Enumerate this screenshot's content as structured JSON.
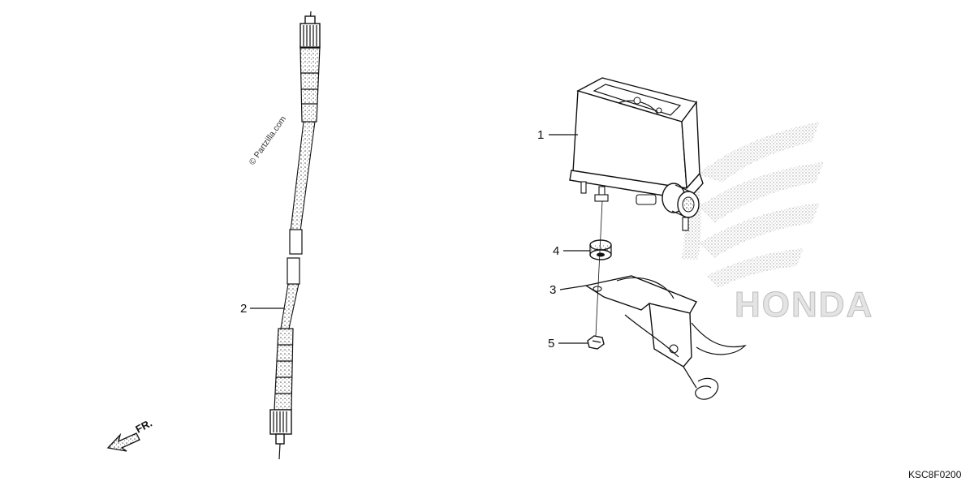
{
  "diagram": {
    "watermark": "© Partzilla.com",
    "direction_label": "FR.",
    "diagram_code": "KSC8F0200",
    "brand_mark": "HONDA",
    "callouts": [
      {
        "id": "1",
        "label": "1"
      },
      {
        "id": "2",
        "label": "2"
      },
      {
        "id": "3",
        "label": "3"
      },
      {
        "id": "4",
        "label": "4"
      },
      {
        "id": "5",
        "label": "5"
      }
    ]
  }
}
